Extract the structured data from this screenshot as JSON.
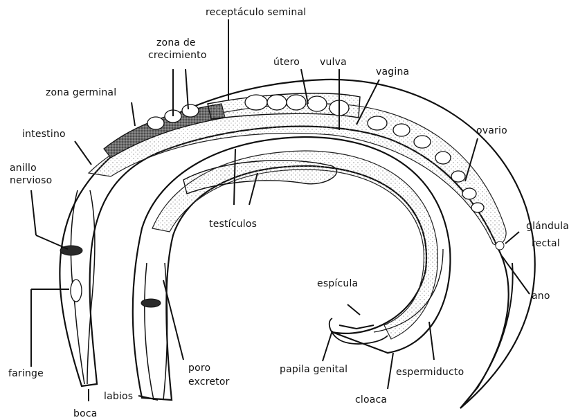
{
  "labels": {
    "receptaculo": "receptáculo seminal",
    "zona_crecimiento_1": "zona de",
    "zona_crecimiento_2": "crecimiento",
    "utero": "útero",
    "vulva": "vulva",
    "vagina": "vagina",
    "zona_germinal": "zona germinal",
    "intestino": "intestino",
    "ovario": "ovario",
    "anillo_1": "anillo",
    "anillo_2": "nervioso",
    "testiculos": "testículos",
    "glandula_1": "glándula",
    "glandula_2": "rectal",
    "ano": "ano",
    "espicula": "espícula",
    "faringe": "faringe",
    "poro_1": "poro",
    "poro_2": "excretor",
    "papila": "papila genital",
    "espermiducto": "espermiducto",
    "labios": "labios",
    "cloaca": "cloaca",
    "boca": "boca"
  },
  "colors": {
    "ink": "#111111",
    "stipple": "#9a9a9a",
    "dark_tissue": "#3a3a3a",
    "background": "#ffffff"
  }
}
